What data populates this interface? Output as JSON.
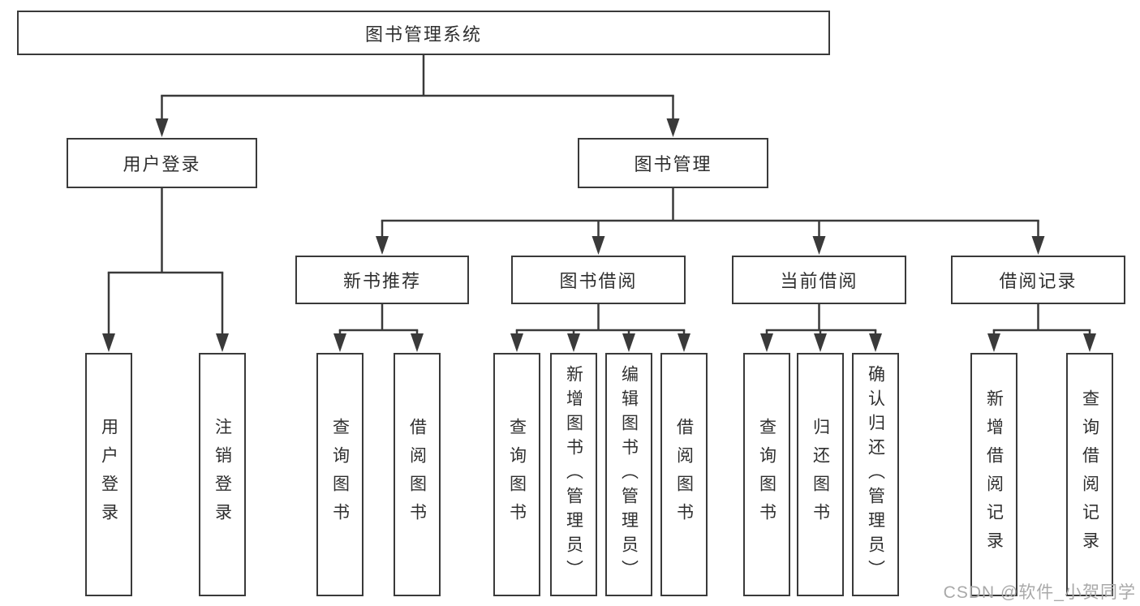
{
  "title": "图书管理系统",
  "watermark": "CSDN @软件_小贺同学",
  "colors": {
    "line": "#3a3a3a",
    "text": "#2f2f2f",
    "watermark": "#a9a9a9",
    "background": "#ffffff"
  },
  "nodes": {
    "root": "图书管理系统",
    "user_login": "用户登录",
    "book_mgmt": "图书管理",
    "new_book_rec": "新书推荐",
    "book_borrow": "图书借阅",
    "current_borrow": "当前借阅",
    "borrow_record": "借阅记录",
    "ul_login": "用户登录",
    "ul_logout": "注销登录",
    "nb_query": "查询图书",
    "nb_borrow": "借阅图书",
    "bb_query": "查询图书",
    "bb_add": "新增图书（管理员）",
    "bb_edit": "编辑图书（管理员）",
    "bb_borrow": "借阅图书",
    "cb_query": "查询图书",
    "cb_return": "归还图书",
    "cb_confirm": "确认归还（管理员）",
    "br_add": "新增借阅记录",
    "br_query": "查询借阅记录"
  },
  "tree": {
    "label": "图书管理系统",
    "children": [
      {
        "label": "用户登录",
        "children": [
          {
            "label": "用户登录"
          },
          {
            "label": "注销登录"
          }
        ]
      },
      {
        "label": "图书管理",
        "children": [
          {
            "label": "新书推荐",
            "children": [
              {
                "label": "查询图书"
              },
              {
                "label": "借阅图书"
              }
            ]
          },
          {
            "label": "图书借阅",
            "children": [
              {
                "label": "查询图书"
              },
              {
                "label": "新增图书（管理员）"
              },
              {
                "label": "编辑图书（管理员）"
              },
              {
                "label": "借阅图书"
              }
            ]
          },
          {
            "label": "当前借阅",
            "children": [
              {
                "label": "查询图书"
              },
              {
                "label": "归还图书"
              },
              {
                "label": "确认归还（管理员）"
              }
            ]
          },
          {
            "label": "借阅记录",
            "children": [
              {
                "label": "新增借阅记录"
              },
              {
                "label": "查询借阅记录"
              }
            ]
          }
        ]
      }
    ]
  }
}
